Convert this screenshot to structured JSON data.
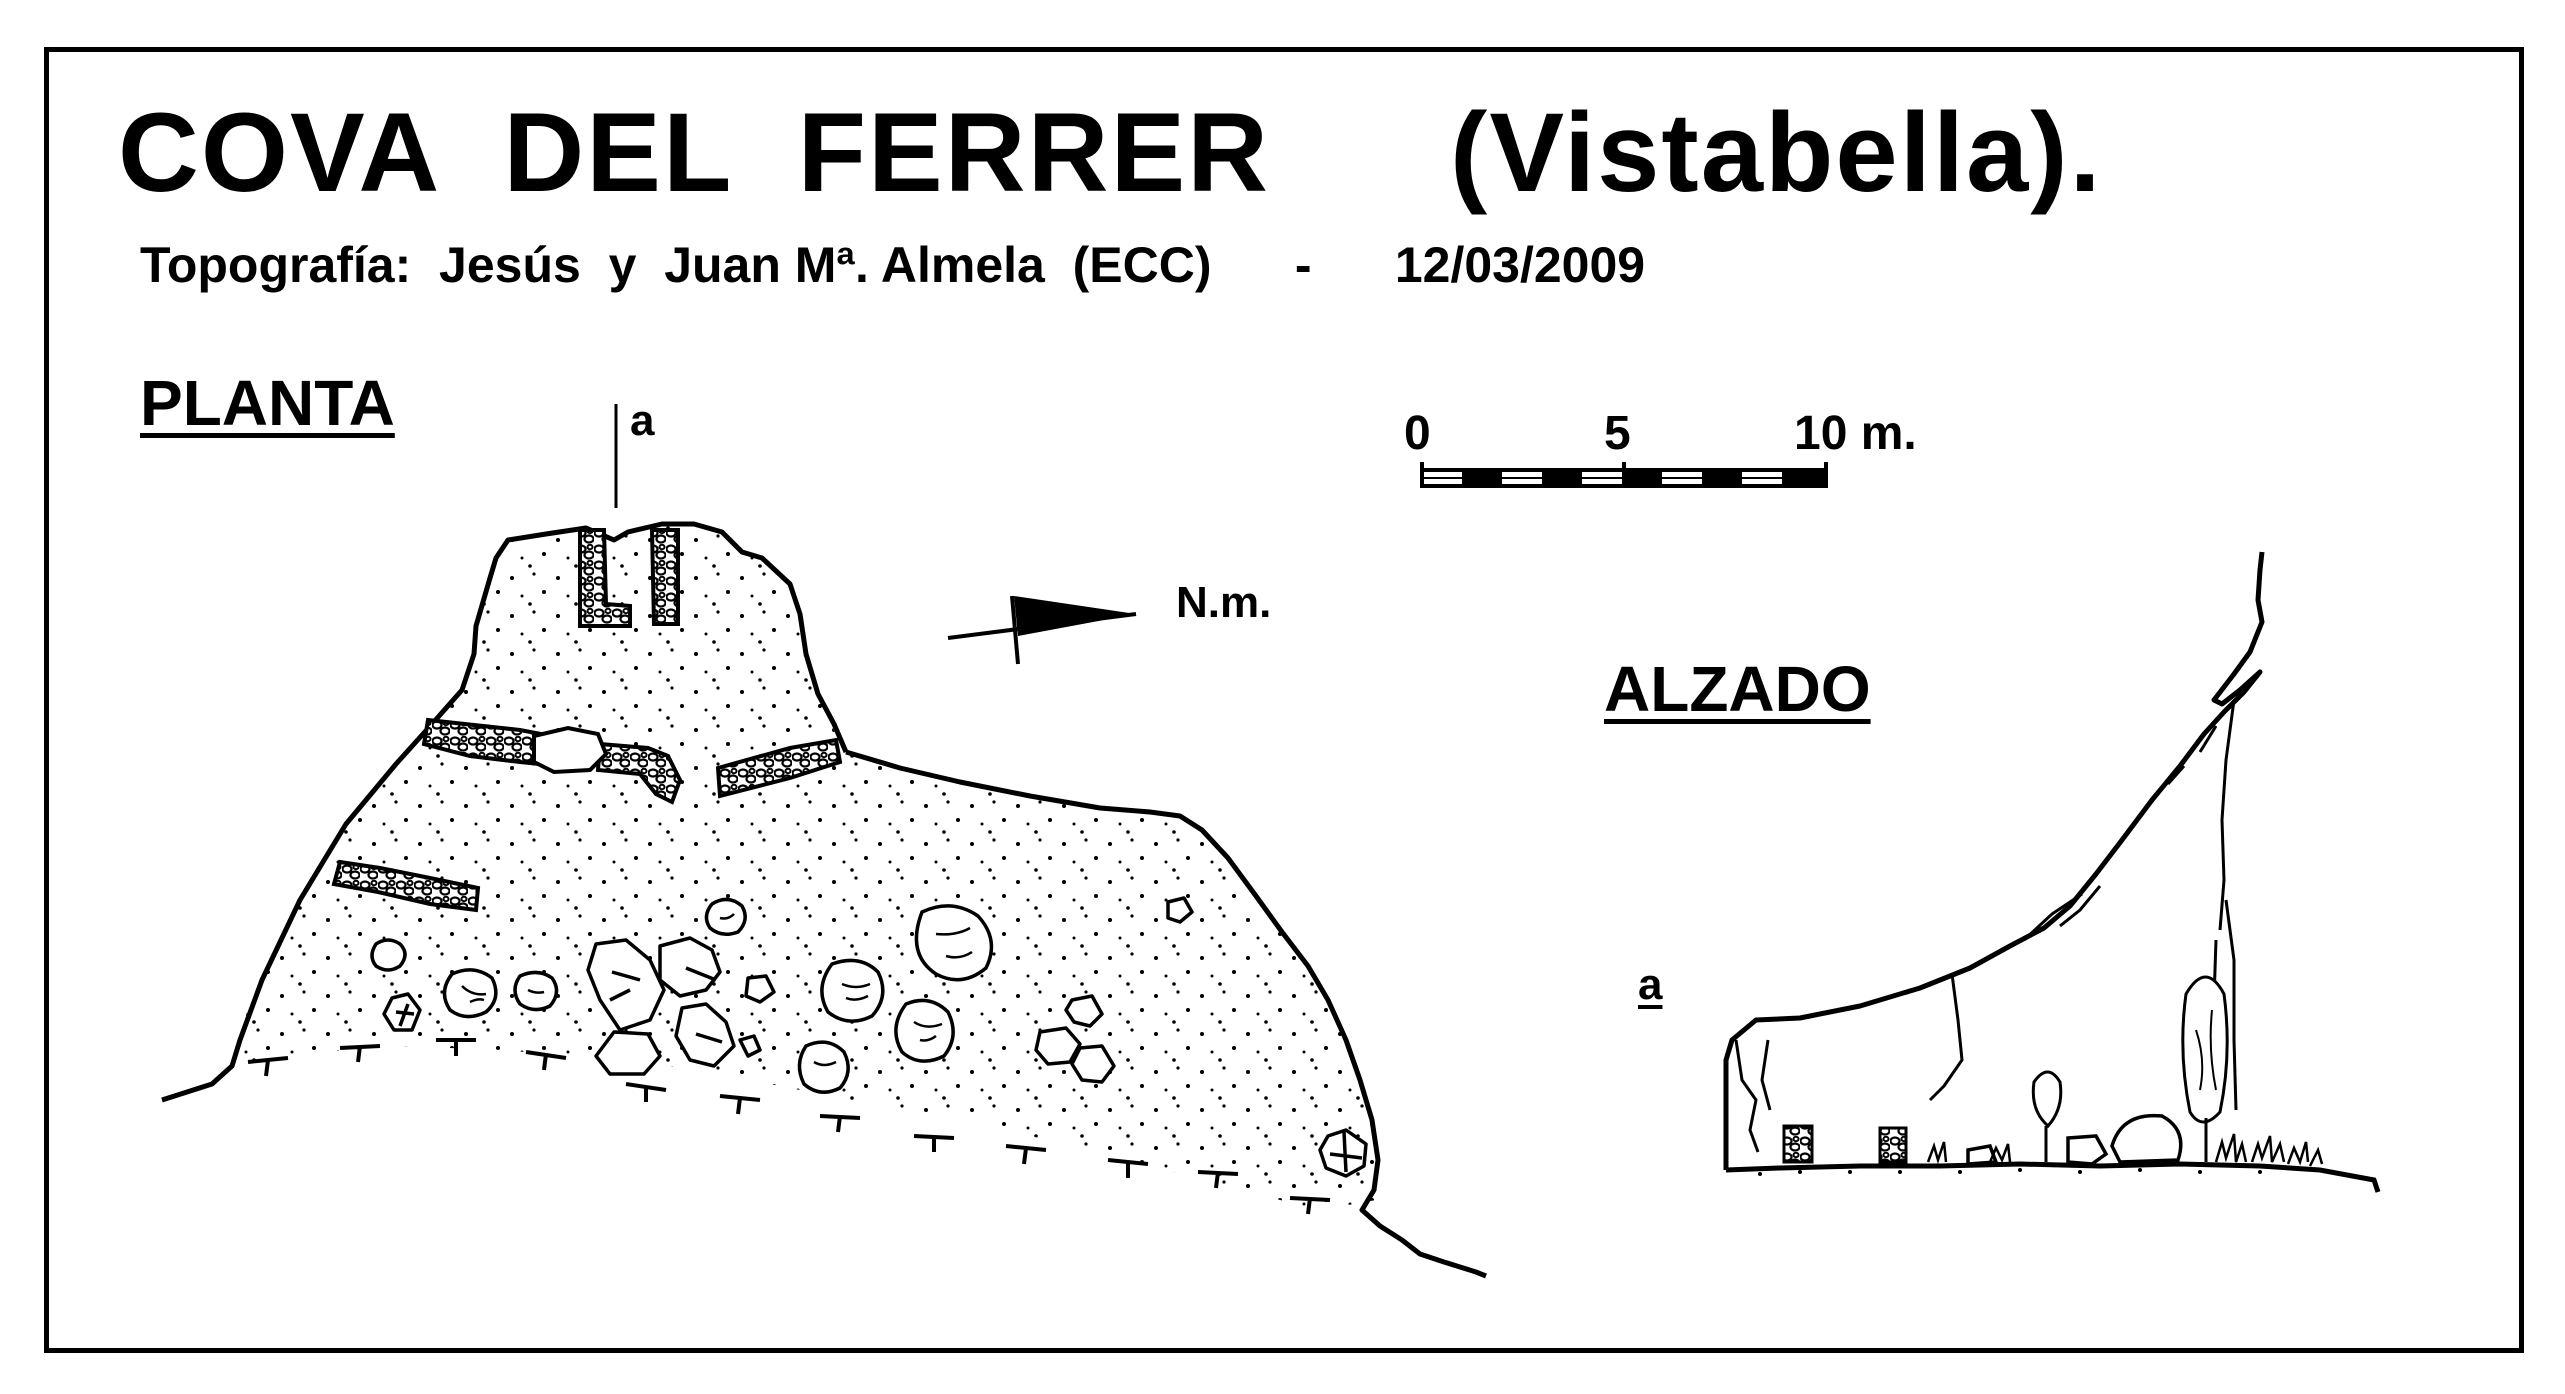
{
  "title": {
    "name": "COVA  DEL  FERRER",
    "location": "(Vistabella)."
  },
  "subtitle": "Topografía:  Jesús  y  Juan Mª. Almela  (ECC)      -      12/03/2009",
  "plan": {
    "label": "PLANTA",
    "section_marker": "a",
    "north_label": "N.m."
  },
  "scale": {
    "tick_0": "0",
    "tick_5": "5",
    "tick_10": "10 m."
  },
  "elevation": {
    "label": "ALZADO",
    "section_marker": "a"
  }
}
